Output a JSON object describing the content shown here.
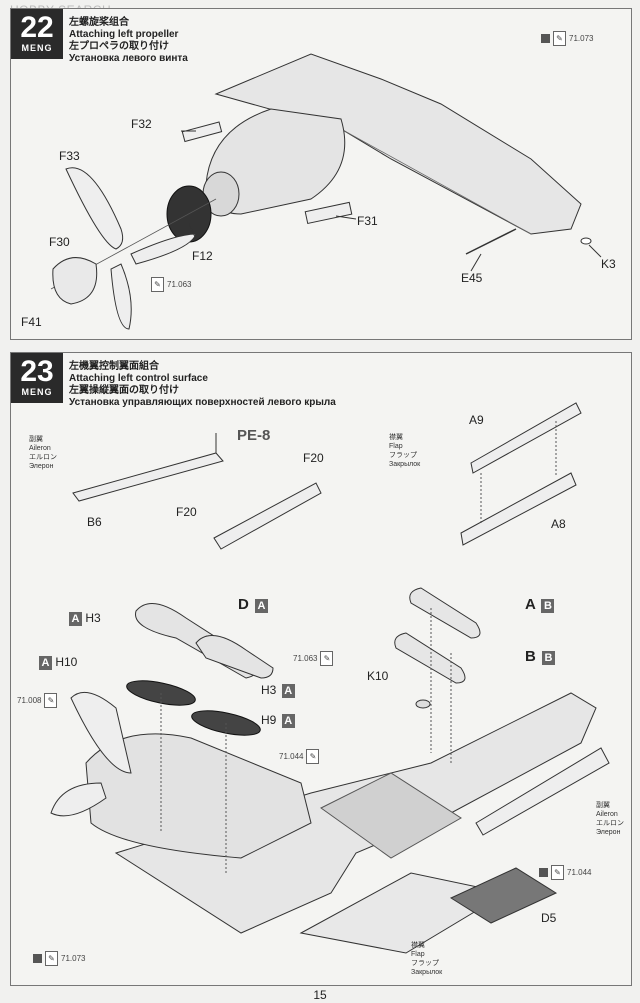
{
  "watermark": "HOBBY SEARCH",
  "brand": "MENG",
  "page_number": "15",
  "step22": {
    "number": "22",
    "title_zh": "左螺旋桨组合",
    "title_en": "Attaching left propeller",
    "title_jp": "左プロペラの取り付け",
    "title_ru": "Установка левого винта",
    "code_top": "71.073",
    "code_prop": "71.063",
    "labels": {
      "f32": "F32",
      "f33": "F33",
      "f30": "F30",
      "f12": "F12",
      "f41": "F41",
      "f31": "F31",
      "e45": "E45",
      "k3": "K3"
    }
  },
  "step23": {
    "number": "23",
    "title_zh": "左機翼控制翼面組合",
    "title_en": "Attaching left control surface",
    "title_jp": "左翼操縦翼面の取り付け",
    "title_ru": "Установка управляющих поверхностей левого крыла",
    "aileron": {
      "zh": "副翼",
      "en": "Aileron",
      "jp": "エルロン",
      "ru": "Элерон"
    },
    "flap": {
      "zh": "襟翼",
      "en": "Flap",
      "jp": "フラップ",
      "ru": "Закрылок"
    },
    "labels": {
      "pe8": "PE-8",
      "f20a": "F20",
      "f20b": "F20",
      "b6": "B6",
      "a9": "A9",
      "a8": "A8",
      "h3a": "H3",
      "h10": "H10",
      "h3b": "H3",
      "h9": "H9",
      "d": "D",
      "a_big": "A",
      "b_big": "B",
      "k10": "K10",
      "d5": "D5"
    },
    "letters": {
      "A": "A",
      "B": "B"
    },
    "codes": {
      "c1": "71.063",
      "c2": "71.008",
      "c3": "71.044",
      "c4": "71.044",
      "c5": "71.073"
    }
  }
}
